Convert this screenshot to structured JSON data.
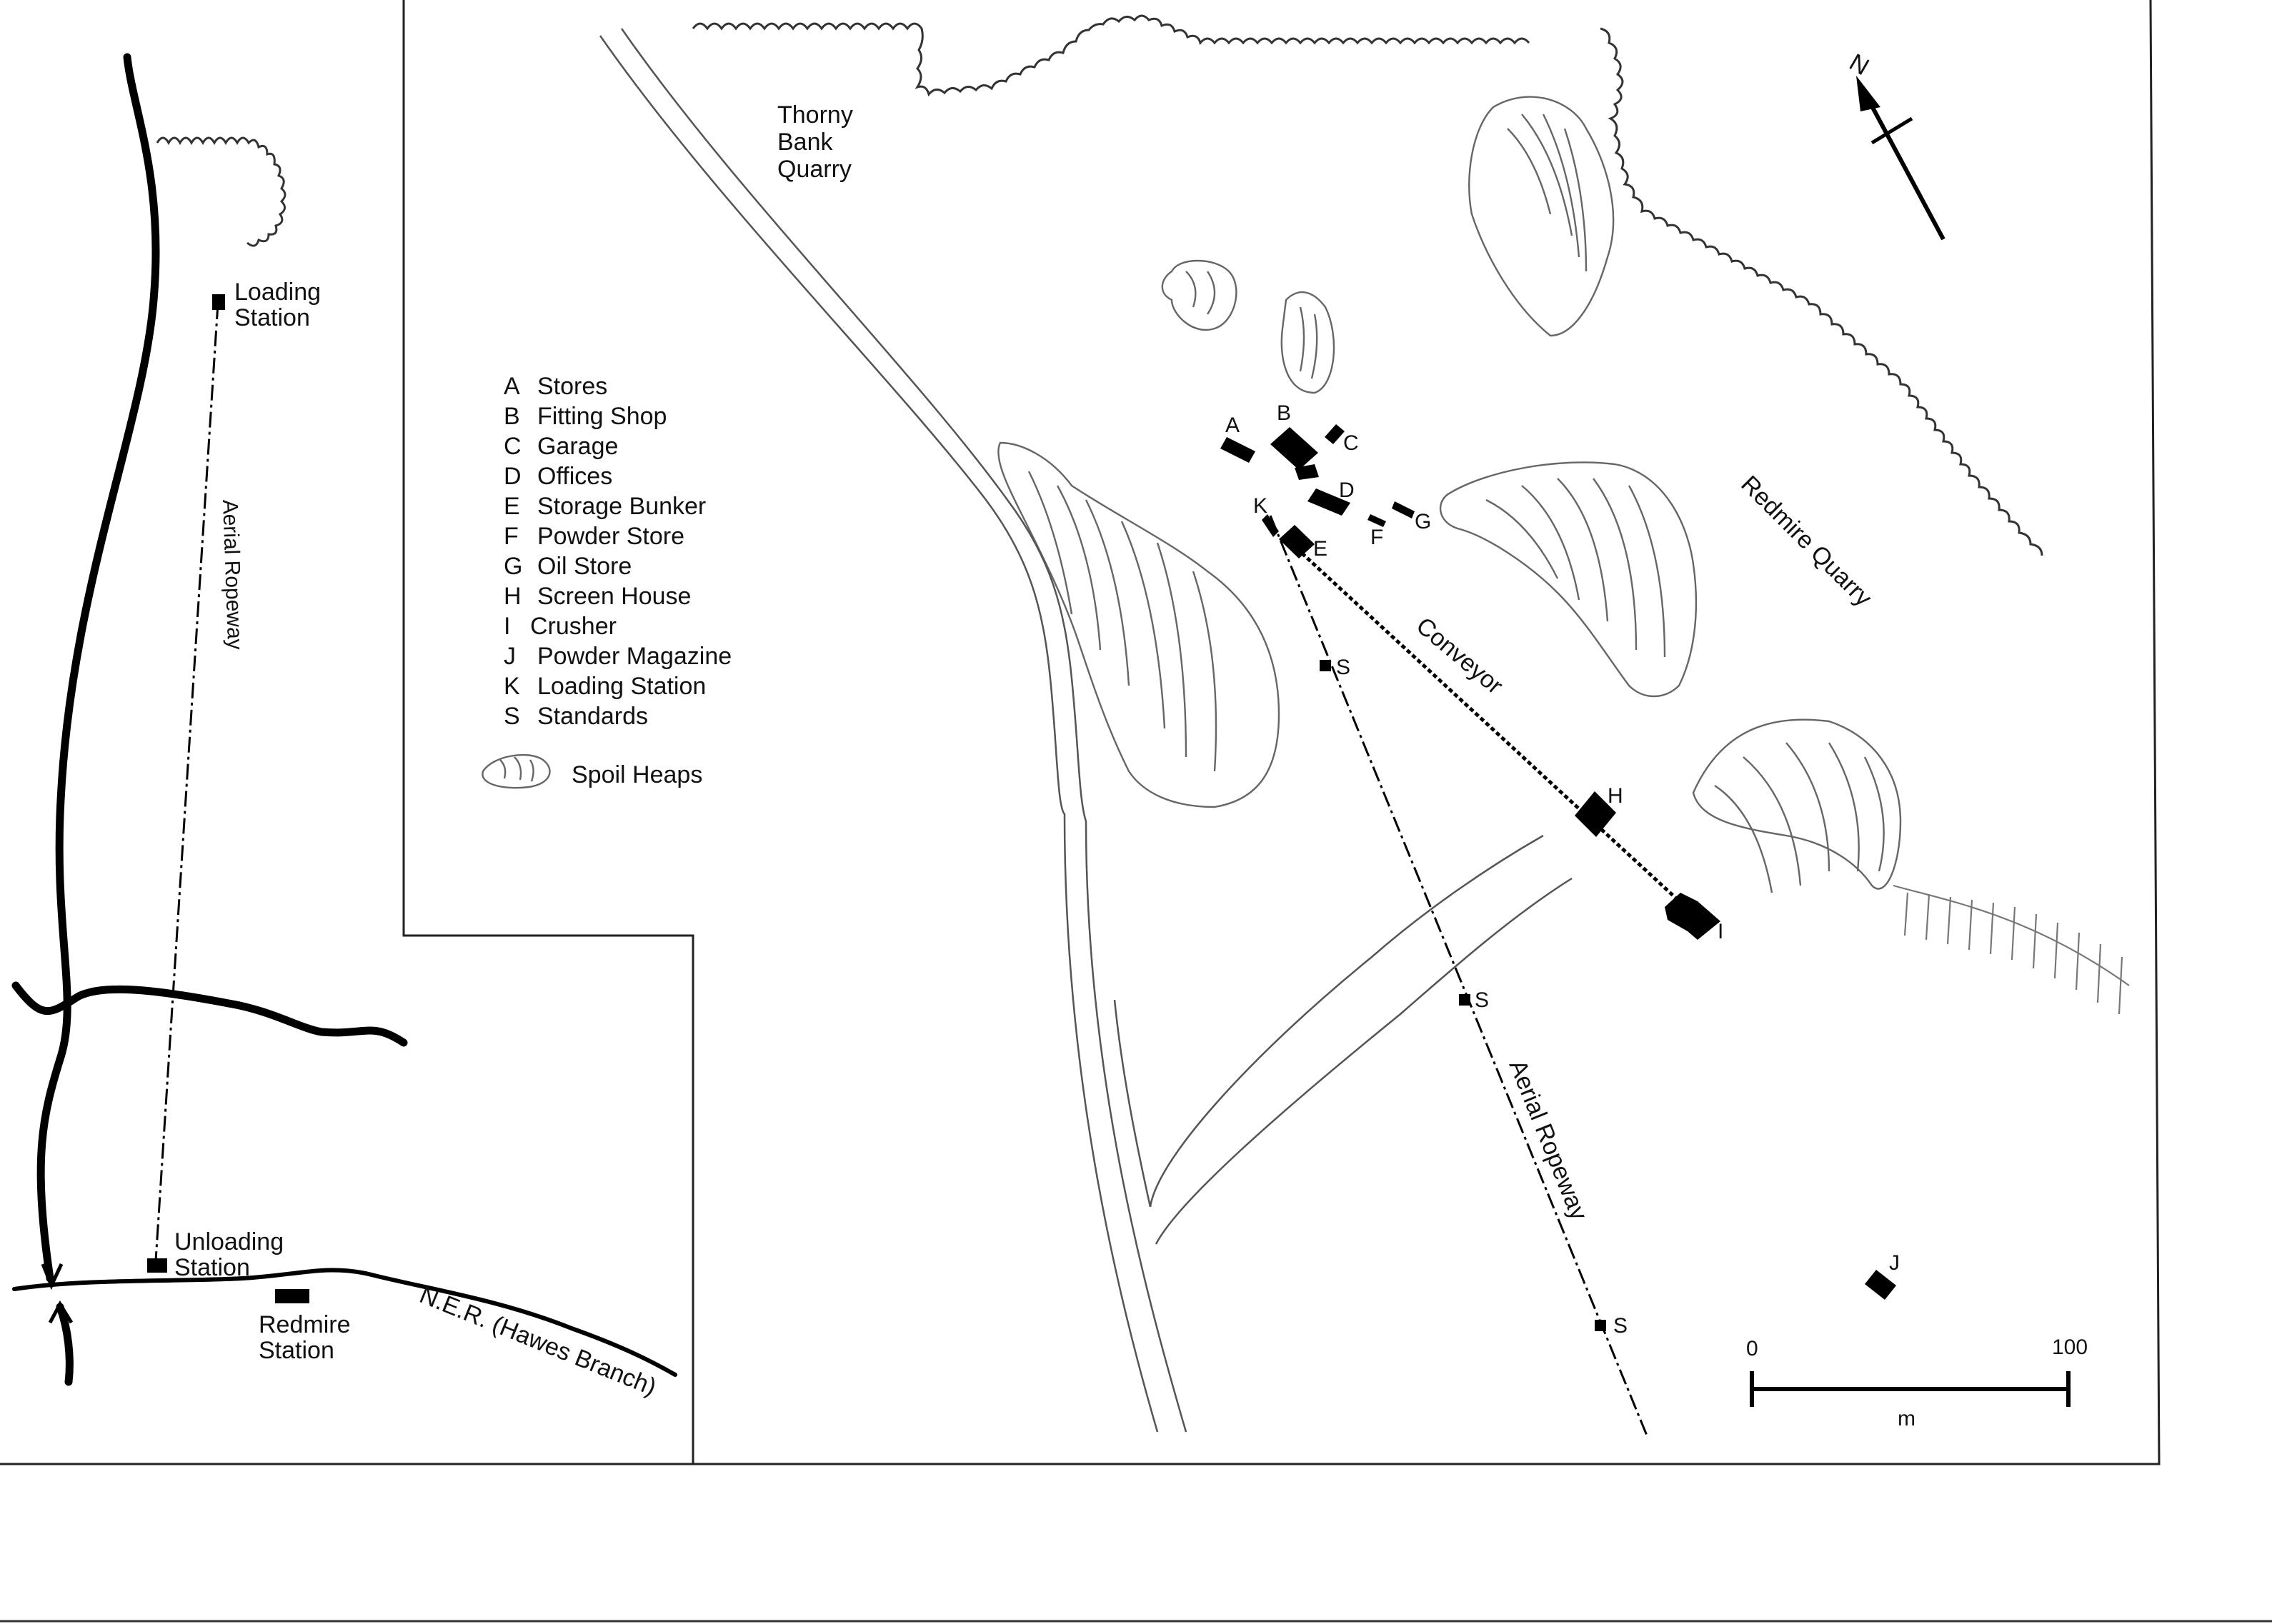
{
  "inset": {
    "loading_station": [
      "Loading",
      "Station"
    ],
    "unloading_station": [
      "Unloading",
      "Station"
    ],
    "redmire_station": [
      "Redmire",
      "Station"
    ],
    "aerial_ropeway": "Aerial Ropeway",
    "railway": "N.E.R. (Hawes Branch)"
  },
  "legend": {
    "items": [
      {
        "letter": "A",
        "label": "Stores"
      },
      {
        "letter": "B",
        "label": "Fitting Shop"
      },
      {
        "letter": "C",
        "label": "Garage"
      },
      {
        "letter": "D",
        "label": "Offices"
      },
      {
        "letter": "E",
        "label": "Storage Bunker"
      },
      {
        "letter": "F",
        "label": "Powder Store"
      },
      {
        "letter": "G",
        "label": "Oil Store"
      },
      {
        "letter": "H",
        "label": "Screen House"
      },
      {
        "letter": "I",
        "label": "Crusher"
      },
      {
        "letter": "J",
        "label": "Powder Magazine"
      },
      {
        "letter": "K",
        "label": "Loading Station"
      },
      {
        "letter": "S",
        "label": "Standards"
      }
    ],
    "spoil_heaps": "Spoil Heaps"
  },
  "main": {
    "thorny_bank_quarry": [
      "Thorny",
      "Bank",
      "Quarry"
    ],
    "redmire_quarry": "Redmire Quarry",
    "conveyor": "Conveyor",
    "aerial_ropeway": "Aerial Ropeway",
    "north": "N",
    "building_letters": {
      "A": "A",
      "B": "B",
      "C": "C",
      "D": "D",
      "E": "E",
      "F": "F",
      "G": "G",
      "H": "H",
      "I": "I",
      "J": "J",
      "K": "K"
    },
    "standard_label": "S"
  },
  "scale_bar": {
    "start": "0",
    "end": "100",
    "unit": "m"
  }
}
